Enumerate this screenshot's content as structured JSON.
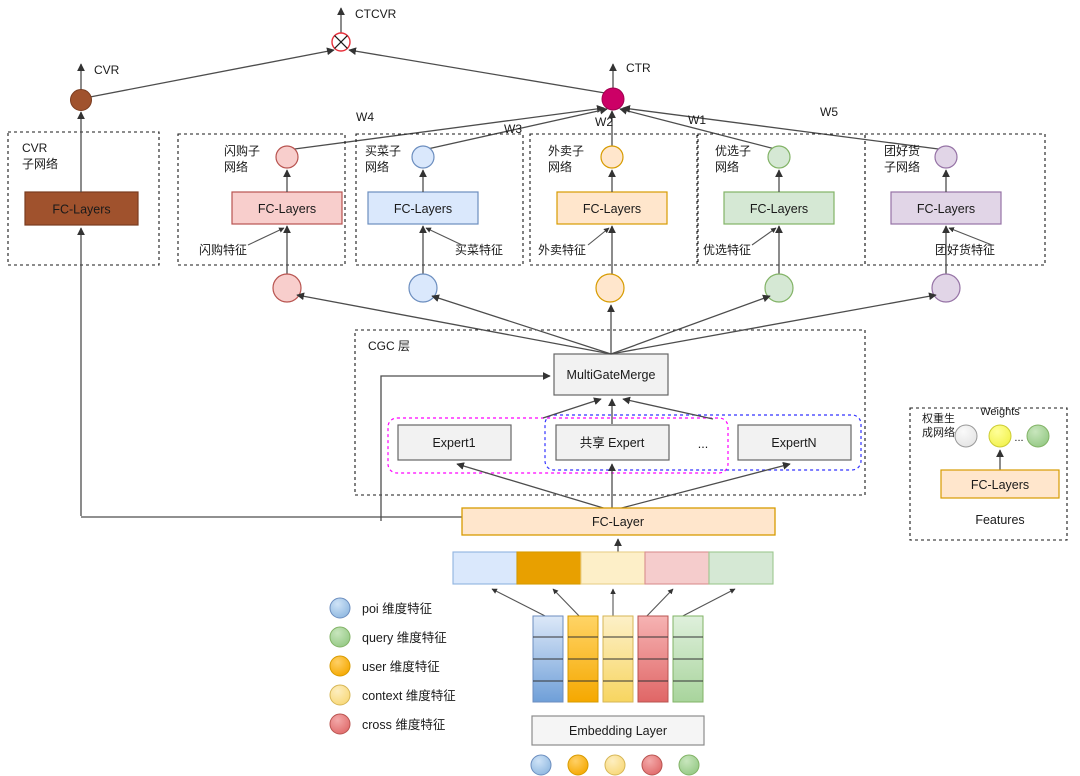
{
  "diagram": {
    "title": "CGC multi-task recommendation network",
    "outputs": {
      "ctcvr_label": "CTCVR",
      "cvr_label": "CVR",
      "ctr_label": "CTR"
    },
    "weights": {
      "w1": "W1",
      "w2": "W2",
      "w3": "W3",
      "w4": "W4",
      "w5": "W5"
    },
    "cvr_subnet": {
      "title_line1": "CVR",
      "title_line2": "子网络",
      "fc_label": "FC-Layers",
      "color": "#a0522d"
    },
    "subnets": [
      {
        "title_line1": "闪购子",
        "title_line2": "网络",
        "fc_label": "FC-Layers",
        "feature_label": "闪购特征",
        "fill": "#f8cecc",
        "stroke": "#b85450",
        "weight": "W4"
      },
      {
        "title_line1": "买菜子",
        "title_line2": "网络",
        "fc_label": "FC-Layers",
        "feature_label": "买菜特征",
        "fill": "#dae8fc",
        "stroke": "#6c8ebf",
        "weight": "W3"
      },
      {
        "title_line1": "外卖子",
        "title_line2": "网络",
        "fc_label": "FC-Layers",
        "feature_label": "外卖特征",
        "fill": "#ffe6cc",
        "stroke": "#d79b00",
        "weight": "W2"
      },
      {
        "title_line1": "优选子",
        "title_line2": "网络",
        "fc_label": "FC-Layers",
        "feature_label": "优选特征",
        "fill": "#d5e8d4",
        "stroke": "#82b366",
        "weight": "W1"
      },
      {
        "title_line1": "团好货",
        "title_line2": "子网络",
        "fc_label": "FC-Layers",
        "feature_label": "团好货特征",
        "fill": "#e1d5e7",
        "stroke": "#9673a6",
        "weight": "W5"
      }
    ],
    "cgc": {
      "layer_label": "CGC 层",
      "merge_label": "MultiGateMerge",
      "experts": [
        {
          "label": "Expert1"
        },
        {
          "label": "共享 Expert"
        },
        {
          "label": "ExpertN"
        }
      ],
      "ellipsis": "...",
      "task_group_color": "#ff00ff",
      "shared_group_color": "#3333ff"
    },
    "fc_layer": {
      "label": "FC-Layer",
      "fill": "#ffe6cc",
      "stroke": "#d79b00"
    },
    "weight_net": {
      "title_line1": "权重生",
      "title_line2": "成网络",
      "weights_label": "Weights",
      "fc_label": "FC-Layers",
      "features_label": "Features",
      "ellipsis": "...",
      "dots": [
        {
          "fill": "#f0f0f0",
          "stroke": "#999999"
        },
        {
          "fill": "#ffff66",
          "stroke": "#cccc33"
        },
        {
          "fill": "#b5dd8c",
          "stroke": "#82b366"
        }
      ]
    },
    "concat_bar": {
      "segments": [
        {
          "name": "poi",
          "fill": "#dae8fc",
          "stroke": "#8fb3e0"
        },
        {
          "name": "user",
          "fill": "#e8a000",
          "stroke": "#d79b00"
        },
        {
          "name": "context",
          "fill": "#fdefc8",
          "stroke": "#e8cf8a"
        },
        {
          "name": "cross",
          "fill": "#f5cccc",
          "stroke": "#d98f8f"
        },
        {
          "name": "query",
          "fill": "#d5e8d4",
          "stroke": "#9dc88f"
        }
      ]
    },
    "embedding": {
      "label": "Embedding Layer",
      "columns": [
        {
          "name": "poi",
          "top": "#dce8f8",
          "bottom": "#6f9fd8",
          "stroke": "#6c8ebf"
        },
        {
          "name": "user",
          "top": "#ffd466",
          "bottom": "#f5a800",
          "stroke": "#d79b00"
        },
        {
          "name": "context",
          "top": "#fdf0c8",
          "bottom": "#f7d560",
          "stroke": "#d6b656"
        },
        {
          "name": "cross",
          "top": "#f6b3b3",
          "bottom": "#e06666",
          "stroke": "#b85450"
        },
        {
          "name": "query",
          "top": "#dff0dc",
          "bottom": "#a8d49c",
          "stroke": "#82b366"
        }
      ],
      "bottom_dots": [
        {
          "fill": "#9cc3e8",
          "stroke": "#6c8ebf"
        },
        {
          "fill": "#f5ab00",
          "stroke": "#d79b00"
        },
        {
          "fill": "#fbdf8c",
          "stroke": "#d6b656"
        },
        {
          "fill": "#e58a8a",
          "stroke": "#b85450"
        },
        {
          "fill": "#a8d49c",
          "stroke": "#82b366"
        }
      ]
    },
    "legend": {
      "items": [
        {
          "label": "poi 维度特征",
          "fill": "#9cc3e8",
          "stroke": "#6c8ebf"
        },
        {
          "label": "query 维度特征",
          "fill": "#a8d49c",
          "stroke": "#82b366"
        },
        {
          "label": "user 维度特征",
          "fill": "#f5ab00",
          "stroke": "#d79b00"
        },
        {
          "label": "context 维度特征",
          "fill": "#fbdf8c",
          "stroke": "#d6b656"
        },
        {
          "label": "cross 维度特征",
          "fill": "#e58a8a",
          "stroke": "#b85450"
        }
      ]
    },
    "nodes": {
      "ctr_color": "#cc0066",
      "cvr_color": "#a0522d",
      "ctcvr_stroke": "#e8303b"
    }
  }
}
